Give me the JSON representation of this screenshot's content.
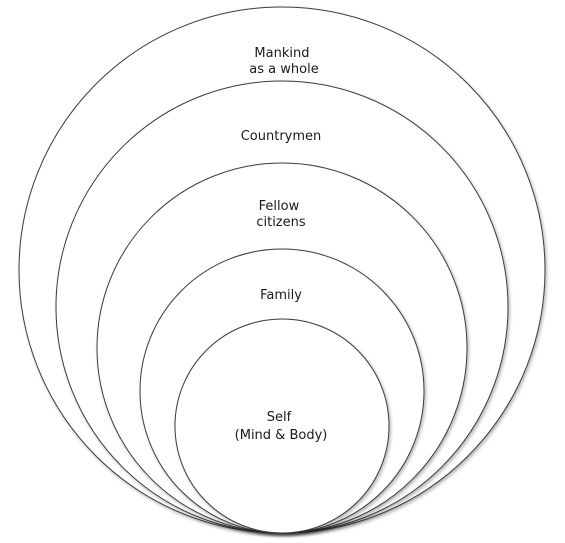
{
  "diagram": {
    "rings": [
      {
        "id": "mankind",
        "lines": [
          "Mankind",
          "as a whole"
        ]
      },
      {
        "id": "countrymen",
        "lines": [
          "Countrymen"
        ]
      },
      {
        "id": "fellow-citizens",
        "lines": [
          "Fellow",
          "citizens"
        ]
      },
      {
        "id": "family",
        "lines": [
          "Family"
        ]
      },
      {
        "id": "self",
        "lines": [
          "Self",
          "(Mind & Body)"
        ]
      }
    ]
  }
}
